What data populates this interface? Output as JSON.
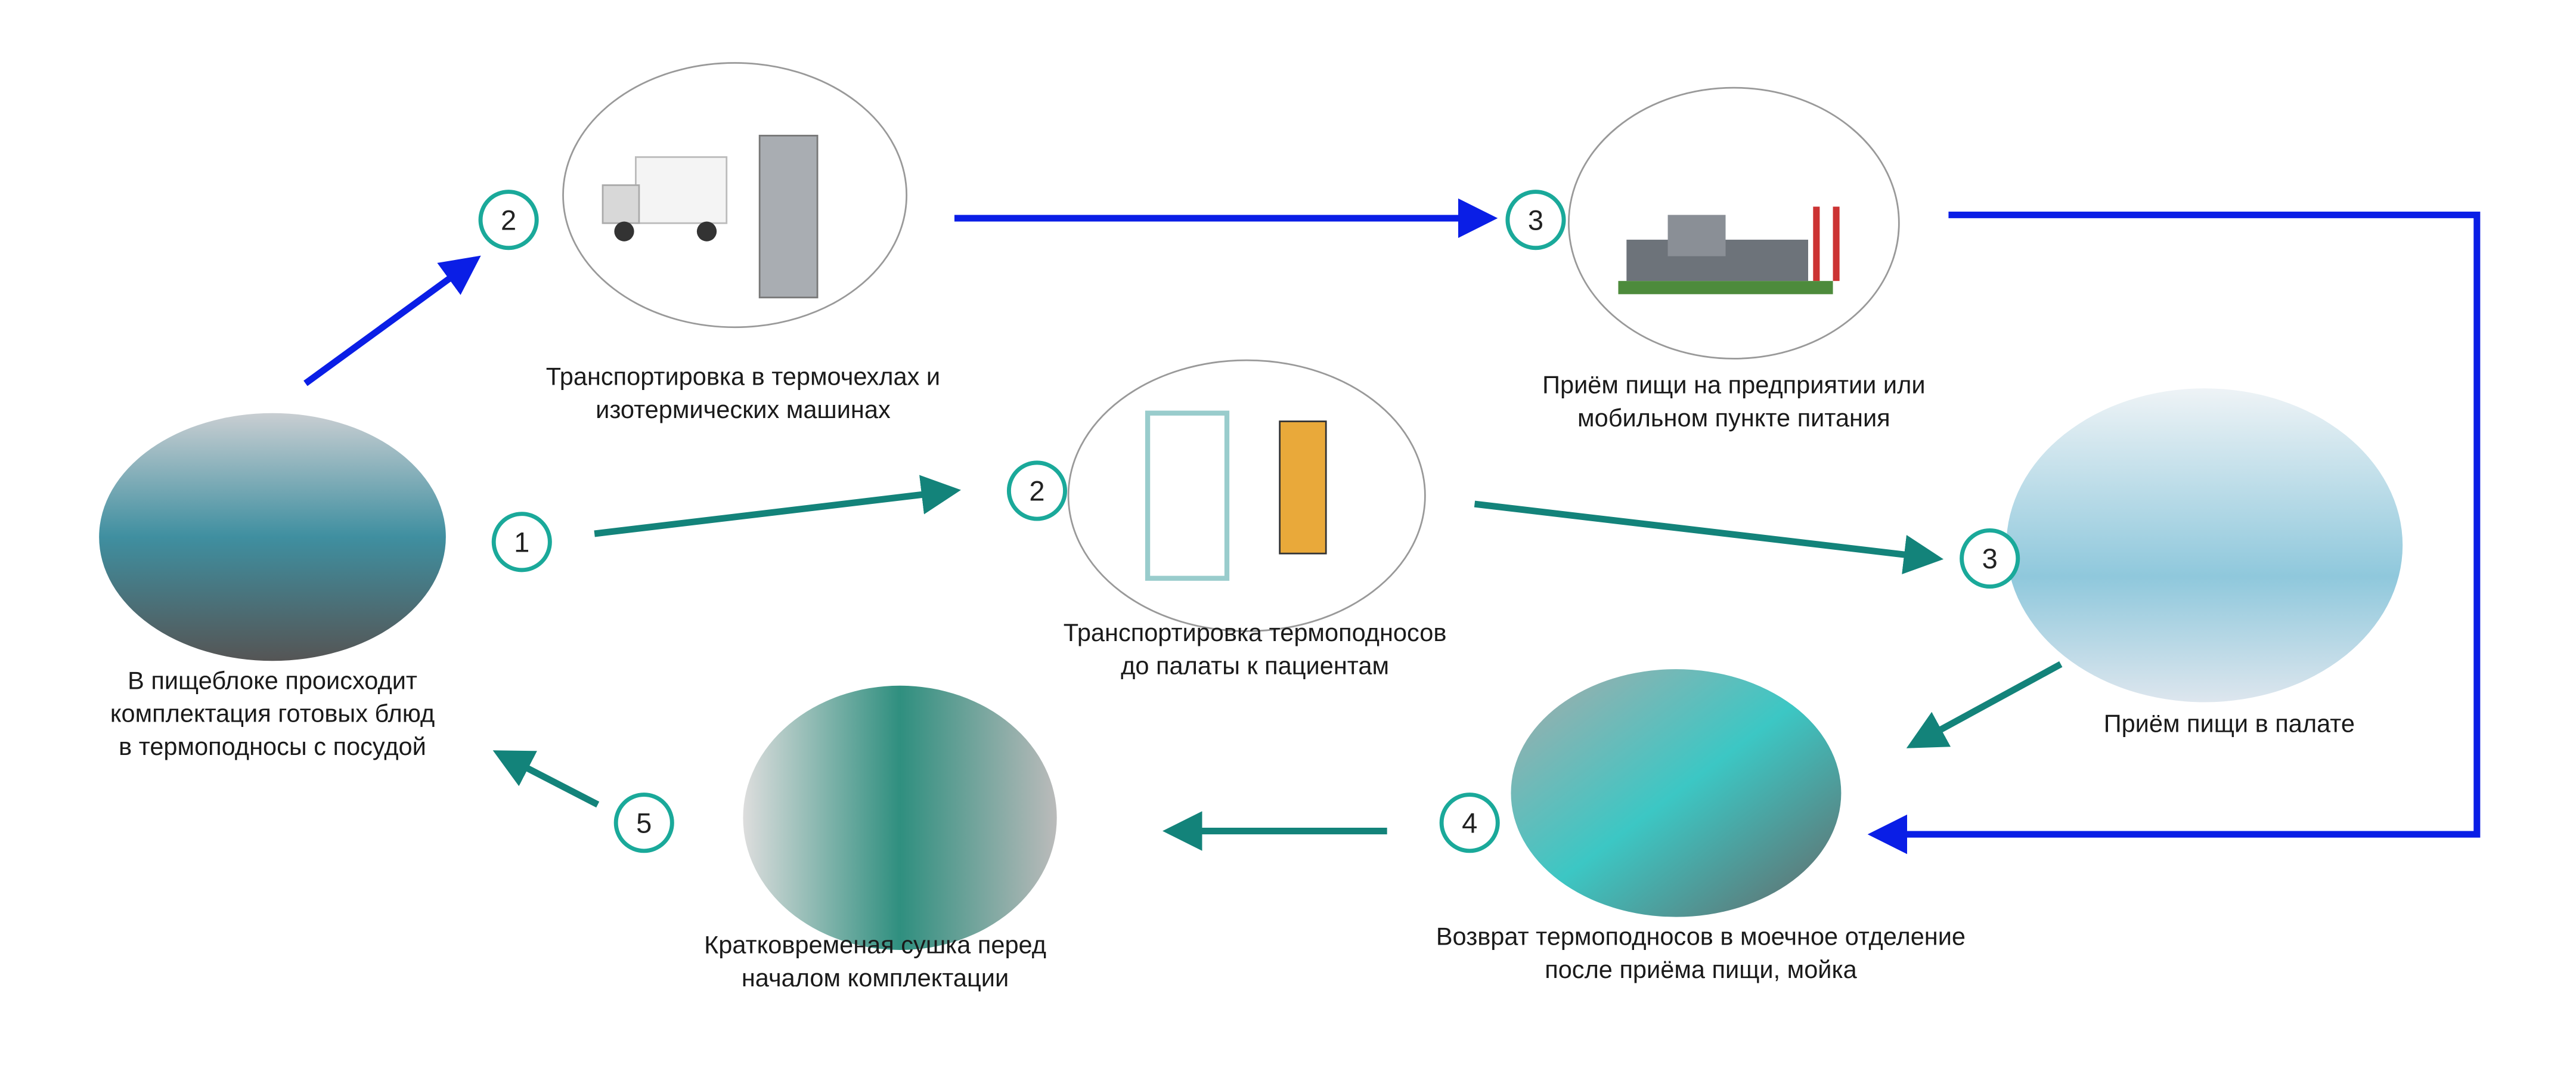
{
  "colors": {
    "blue_arrow": "#0a1ee6",
    "teal_arrow": "#13837a",
    "step_circle": "#1aa99a"
  },
  "steps": {
    "kitchen": {
      "icon": "kitchen-photo",
      "lines": [
        "В пищеблоке происходит",
        "комплектация готовых блюд",
        "в термоподносы с посудой"
      ]
    },
    "s1": {
      "num": "1"
    },
    "truck": {
      "num": "2",
      "icon": "truck-and-thermal-cover",
      "lines": [
        "Транспортировка в термочехлах и",
        "изотермических машинах"
      ]
    },
    "factory": {
      "num": "3",
      "icon": "factory",
      "lines": [
        "Приём пищи на предприятии или",
        "мобильном пункте питания"
      ]
    },
    "trolley": {
      "num": "2",
      "icon": "tray-trolleys",
      "lines": [
        "Транспортировка термоподносов",
        "до палаты к пациентам"
      ]
    },
    "ward": {
      "num": "3",
      "icon": "patient-eating",
      "lines": [
        "Приём пищи в палате"
      ]
    },
    "wash": {
      "num": "4",
      "icon": "tray-washing",
      "lines": [
        "Возврат термоподносов в моечное отделение",
        "после приёма пищи, мойка"
      ]
    },
    "dry": {
      "num": "5",
      "icon": "drying-racks",
      "lines": [
        "Кратковременая сушка перед",
        "началом комплектации"
      ]
    }
  }
}
